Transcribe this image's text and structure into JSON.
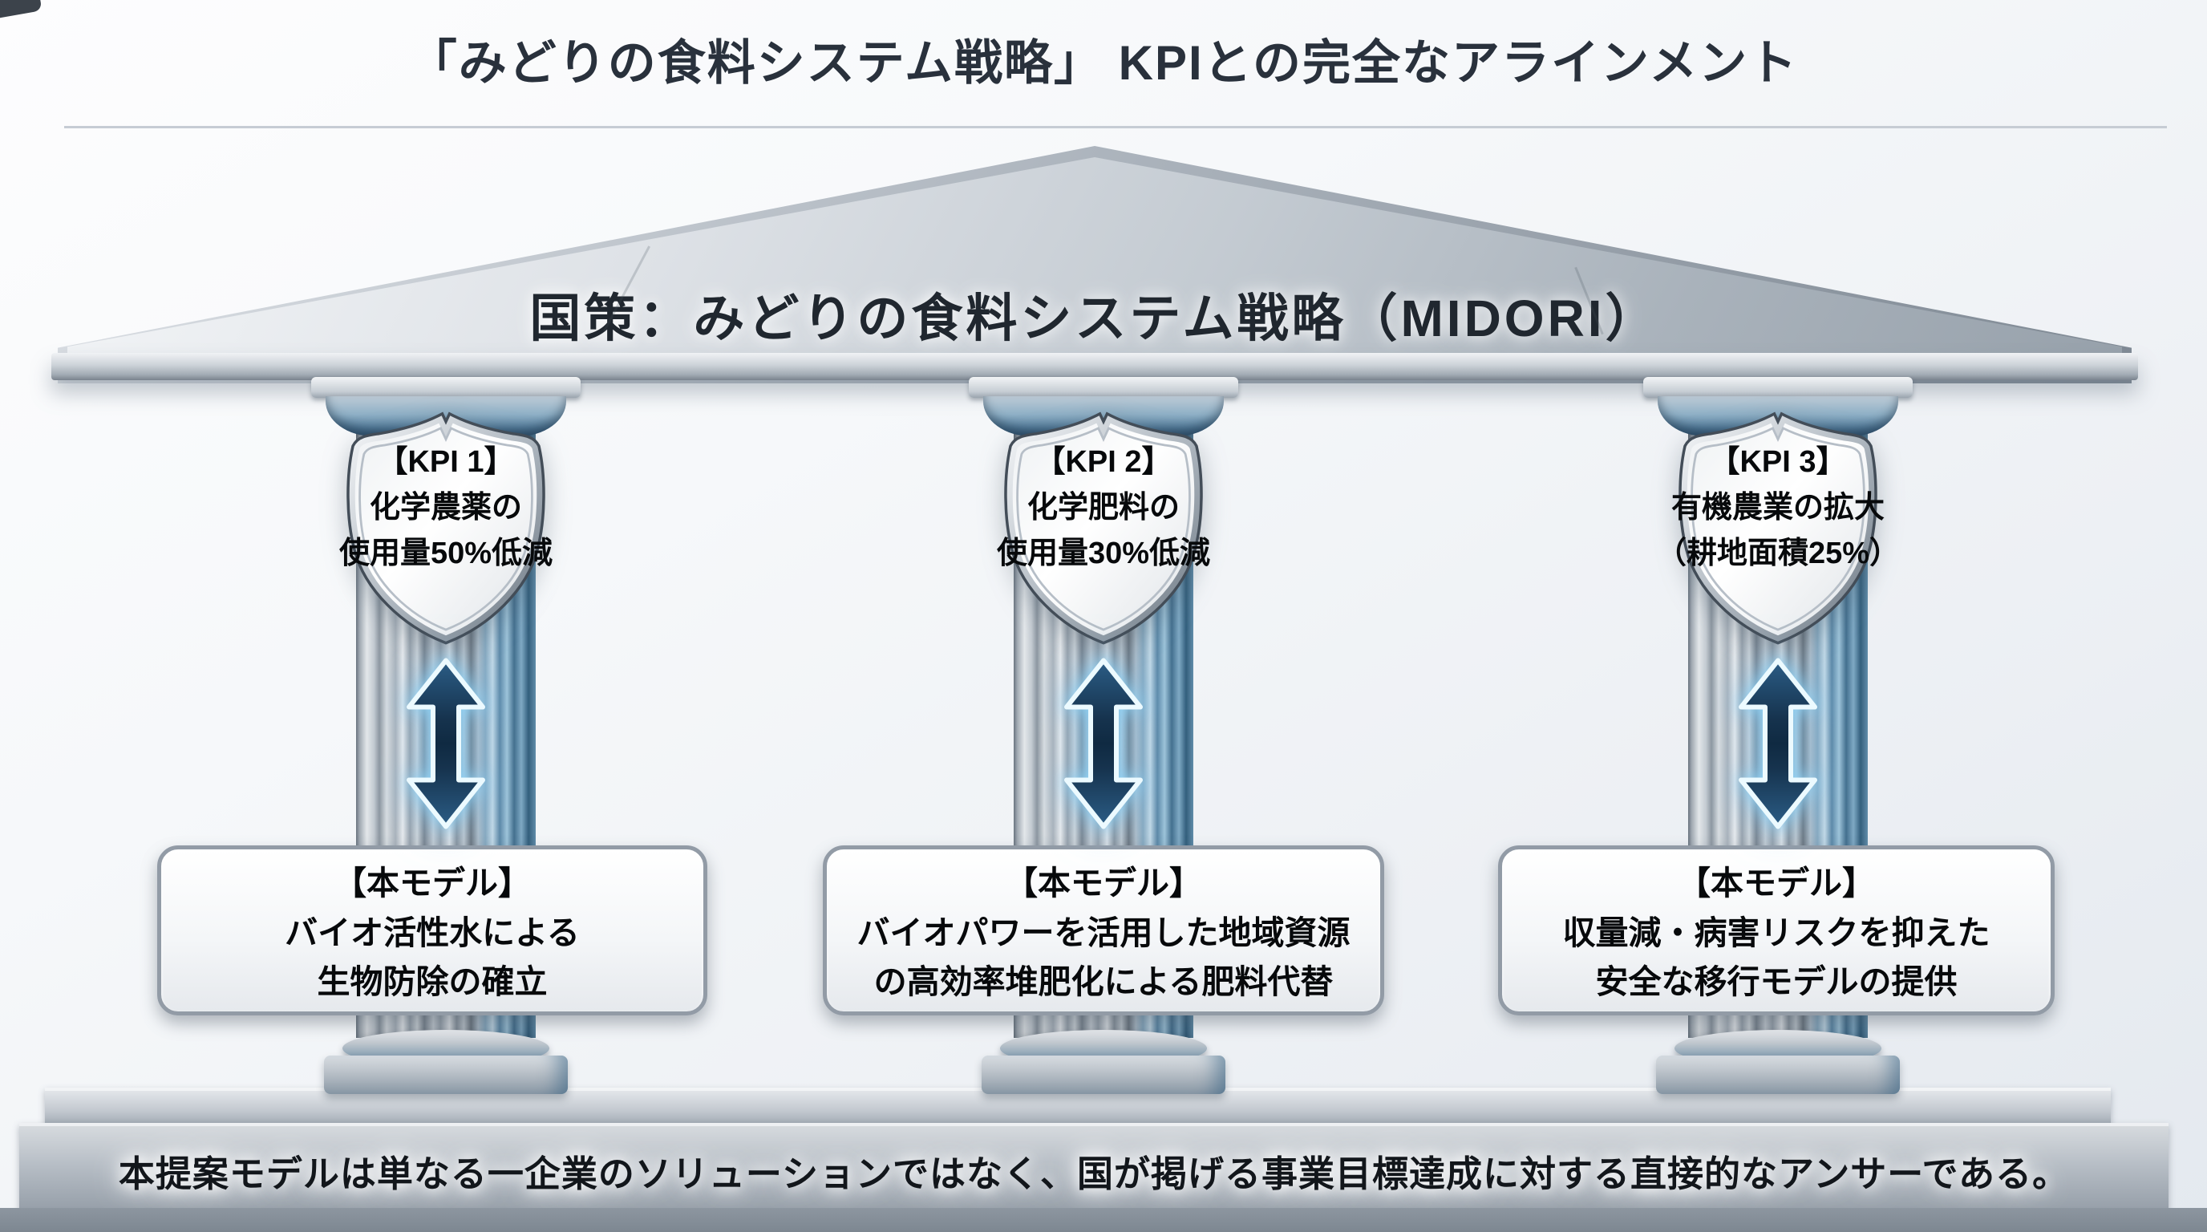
{
  "slide": {
    "title": "「みどりの食料システム戦略」 KPIとの完全なアラインメント"
  },
  "pediment": {
    "label": "国策：みどりの食料システム戦略（MIDORI）"
  },
  "pillars": [
    {
      "kpi": {
        "tag": "【KPI 1】",
        "line1": "化学農薬の",
        "line2": "使用量50%低減"
      },
      "model": {
        "tag": "【本モデル】",
        "line1": "バイオ活性水による",
        "line2": "生物防除の確立"
      }
    },
    {
      "kpi": {
        "tag": "【KPI 2】",
        "line1": "化学肥料の",
        "line2": "使用量30%低減"
      },
      "model": {
        "tag": "【本モデル】",
        "line1": "バイオパワーを活用した地域資源",
        "line2": "の高効率堆肥化による肥料代替"
      }
    },
    {
      "kpi": {
        "tag": "【KPI 3】",
        "line1": "有機農業の拡大",
        "line2": "（耕地面積25%）"
      },
      "model": {
        "tag": "【本モデル】",
        "line1": "収量減・病害リスクを抑えた",
        "line2": "安全な移行モデルの提供"
      }
    }
  ],
  "base": {
    "statement": "本提案モデルは単なる一企業のソリューションではなく、国が掲げる事業目標達成に対する直接的なアンサーである。"
  },
  "colors": {
    "title_text": "#29313c",
    "stone_light": "#dfe3e8",
    "stone_mid": "#b4bbc3",
    "stone_dark": "#7c8691",
    "capital_blue": "#4a7493",
    "arrow_navy": "#16334e",
    "arrow_glow": "#9fdcf8",
    "box_border": "#929ba6",
    "background": "#f3f6f9"
  }
}
